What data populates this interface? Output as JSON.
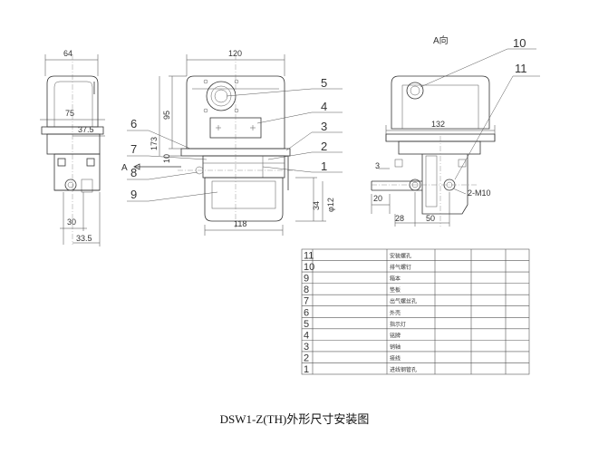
{
  "drawing": {
    "caption": "DSW1-Z(TH)外形尺寸安装图",
    "view_label": "A向",
    "arrow_label": "A",
    "dimensions": {
      "side_width": "64",
      "side_75": "75",
      "side_37_5": "37.5",
      "side_30": "30",
      "side_33_5": "33.5",
      "front_width": "120",
      "front_95": "95",
      "front_173": "173",
      "front_10": "10",
      "front_34": "34",
      "front_phi12": "φ12",
      "front_118": "118",
      "view_132": "132",
      "view_3": "3",
      "view_20": "20",
      "view_28": "28",
      "view_50": "50",
      "view_bolt": "2-M10"
    },
    "callouts": [
      "1",
      "2",
      "3",
      "4",
      "5",
      "6",
      "7",
      "8",
      "9",
      "10",
      "11"
    ]
  },
  "bom": {
    "rows": [
      {
        "no": "11",
        "name": "安装螺孔"
      },
      {
        "no": "10",
        "name": "排气螺钉"
      },
      {
        "no": "9",
        "name": "箱本"
      },
      {
        "no": "8",
        "name": "垫板"
      },
      {
        "no": "7",
        "name": "出气螺丝孔"
      },
      {
        "no": "6",
        "name": "外壳"
      },
      {
        "no": "5",
        "name": "指示灯"
      },
      {
        "no": "4",
        "name": "铭牌"
      },
      {
        "no": "3",
        "name": "销轴"
      },
      {
        "no": "2",
        "name": "接线"
      },
      {
        "no": "1",
        "name": "进线钢管孔"
      }
    ]
  }
}
